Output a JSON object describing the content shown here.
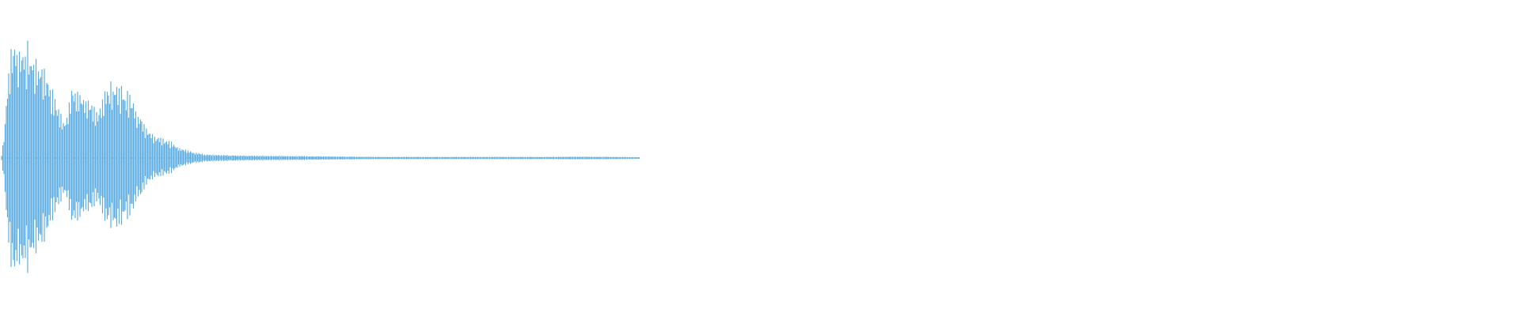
{
  "waveform": {
    "color": "#5dade2",
    "background": "#ffffff",
    "visible_fraction_of_width": 0.42,
    "envelope": {
      "positions": [
        0.0,
        0.004,
        0.008,
        0.012,
        0.018,
        0.024,
        0.032,
        0.04,
        0.05,
        0.06,
        0.07,
        0.08,
        0.088,
        0.094,
        0.1,
        0.11,
        0.12,
        0.13,
        0.14,
        0.15,
        0.16,
        0.17,
        0.18,
        0.19,
        0.2,
        0.21,
        0.22,
        0.23,
        0.24,
        0.25,
        0.26,
        0.27,
        0.28,
        0.29,
        0.3,
        0.32,
        0.35,
        0.4,
        0.45,
        0.5,
        0.55,
        0.6,
        0.65,
        0.7,
        0.75,
        0.8,
        0.85,
        0.9,
        0.95,
        1.0
      ],
      "upper": [
        0.03,
        0.2,
        0.55,
        0.88,
        1.0,
        0.99,
        0.97,
        0.95,
        0.88,
        0.82,
        0.75,
        0.55,
        0.45,
        0.35,
        0.33,
        0.6,
        0.58,
        0.55,
        0.45,
        0.4,
        0.55,
        0.66,
        0.62,
        0.6,
        0.55,
        0.45,
        0.32,
        0.25,
        0.2,
        0.18,
        0.15,
        0.12,
        0.09,
        0.07,
        0.05,
        0.03,
        0.025,
        0.02,
        0.018,
        0.015,
        0.012,
        0.01,
        0.01,
        0.01,
        0.01,
        0.01,
        0.01,
        0.012,
        0.01,
        0.008
      ],
      "lower": [
        0.03,
        0.2,
        0.55,
        0.88,
        1.0,
        0.99,
        0.97,
        0.93,
        0.85,
        0.78,
        0.7,
        0.5,
        0.42,
        0.35,
        0.33,
        0.55,
        0.55,
        0.5,
        0.42,
        0.38,
        0.52,
        0.6,
        0.6,
        0.55,
        0.5,
        0.42,
        0.3,
        0.22,
        0.18,
        0.16,
        0.14,
        0.11,
        0.08,
        0.06,
        0.045,
        0.03,
        0.025,
        0.02,
        0.018,
        0.015,
        0.012,
        0.01,
        0.01,
        0.01,
        0.01,
        0.01,
        0.01,
        0.012,
        0.01,
        0.008
      ]
    }
  }
}
